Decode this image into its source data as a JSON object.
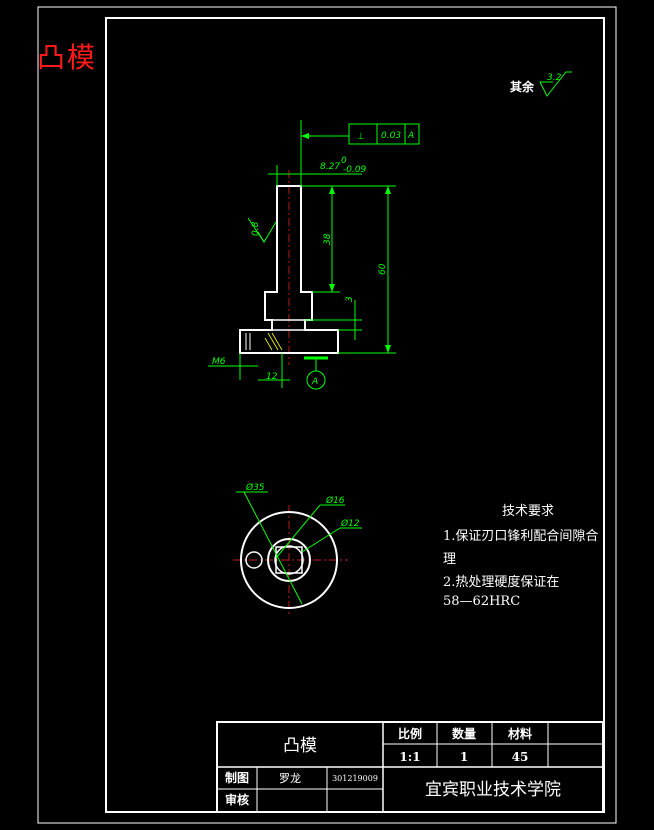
{
  "drawing_title": "凸模",
  "roughness_note": {
    "label": "其余",
    "value": "3.2"
  },
  "tolerance_frame": {
    "symbol": "⊥",
    "value": "0.03",
    "datum": "A"
  },
  "dimensions": {
    "width_upper": "8.27",
    "width_upper_tol": "-0.09",
    "width_upper_tol_zero": "0",
    "roughness_local": "0.8",
    "len_38": "38",
    "len_60": "60",
    "len_3": "3",
    "thread": "M6",
    "offset_12": "12",
    "datum": "A",
    "dia_35": "Ø35",
    "dia_16": "Ø16",
    "dia_12": "Ø12"
  },
  "tech_requirements": {
    "heading": "技术要求",
    "line1": "1.保证刃口锋利配合间隙合",
    "line1b": "理",
    "line2": "2.热处理硬度保证在",
    "line3": "58—62HRC"
  },
  "title_block": {
    "part_name": "凸模",
    "scale_label": "比例",
    "qty_label": "数量",
    "material_label": "材料",
    "scale_value": "1:1",
    "qty_value": "1",
    "material_value": "45",
    "drawn_label": "制图",
    "drawn_by": "罗龙",
    "drawing_no": "301219009",
    "check_label": "审核",
    "school": "宜宾职业技术学院"
  }
}
